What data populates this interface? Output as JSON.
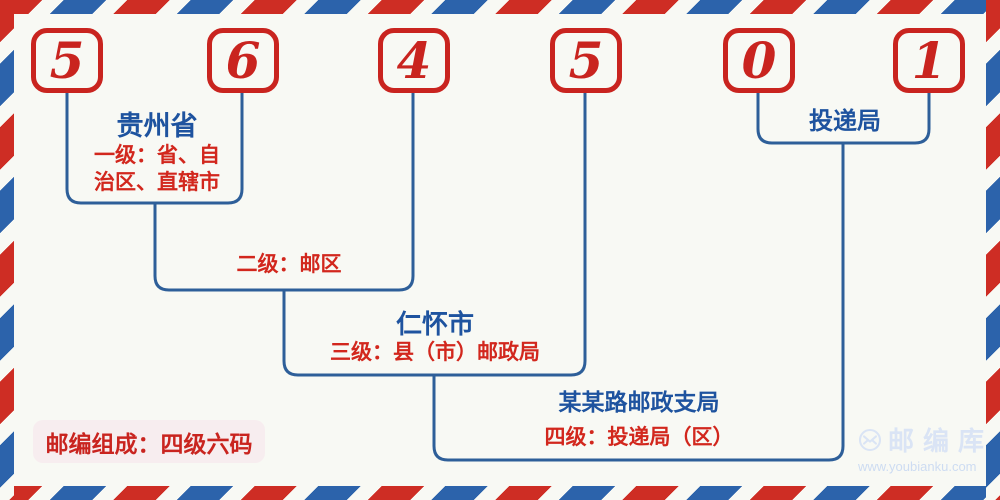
{
  "postal_code": {
    "value": "564501",
    "digits": [
      "5",
      "6",
      "4",
      "5",
      "0",
      "1"
    ]
  },
  "levels": {
    "l1": {
      "title": "贵州省",
      "desc_line1": "一级：省、自",
      "desc_line2": "治区、直辖市"
    },
    "l2": {
      "desc": "二级：邮区"
    },
    "l3": {
      "title": "仁怀市",
      "desc": "三级：县（市）邮政局"
    },
    "l4": {
      "title": "某某路邮政支局",
      "desc": "四级：投递局（区）"
    },
    "l5": {
      "title": "投递局"
    }
  },
  "badge": {
    "text": "邮编组成：四级六码"
  },
  "logo": {
    "brand": "邮编库",
    "url": "www.youbianku.com",
    "icon": "envelope-circle-icon"
  },
  "colors": {
    "digit_red": "#c9241f",
    "label_red": "#d2271d",
    "label_blue": "#1e539f",
    "line_blue": "#2e5f99",
    "stripe_red": "#ce2d24",
    "stripe_blue": "#2c63ab",
    "background": "#f8f9f4",
    "badge_bg": "#f7edef",
    "watermark": "#dae4f5"
  }
}
